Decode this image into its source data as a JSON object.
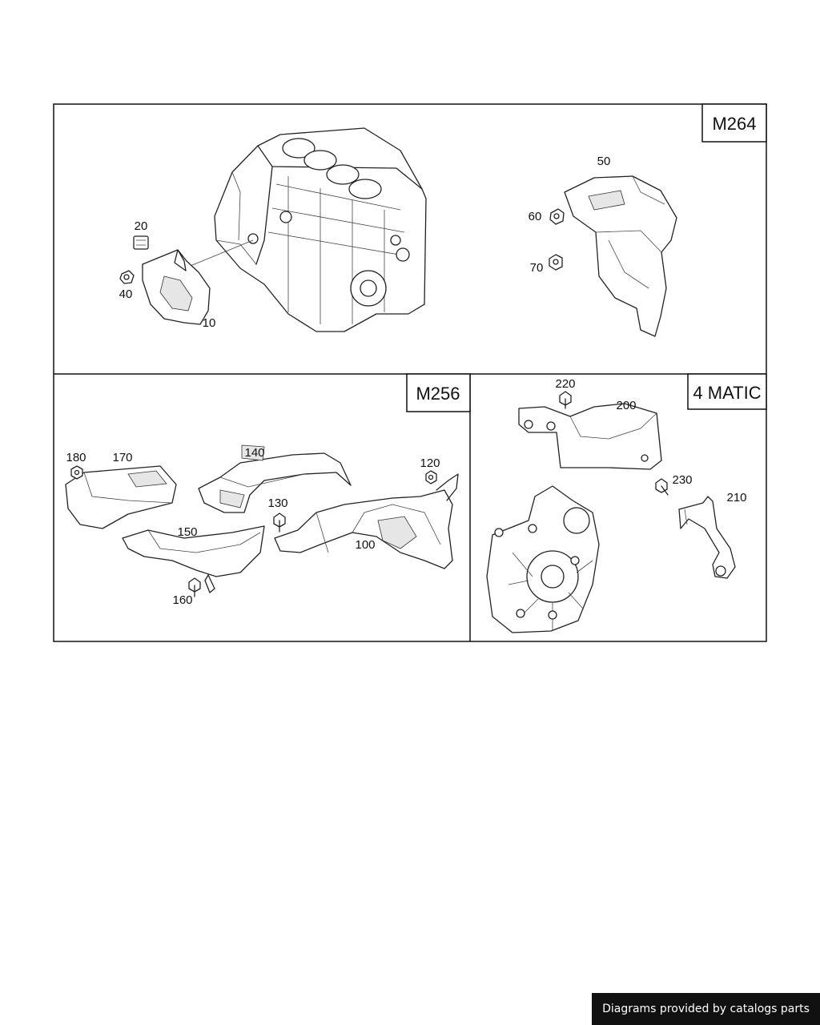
{
  "panels": {
    "m264": {
      "tag": "M264",
      "callouts": [
        "10",
        "20",
        "40",
        "50",
        "60",
        "70"
      ]
    },
    "m256": {
      "tag": "M256",
      "callouts": [
        "100",
        "120",
        "130",
        "140",
        "150",
        "160",
        "170",
        "180"
      ]
    },
    "matic": {
      "tag": "4 MATIC",
      "callouts": [
        "200",
        "210",
        "220",
        "230"
      ]
    }
  },
  "footer": {
    "text": "Diagrams provided by catalogs parts"
  }
}
